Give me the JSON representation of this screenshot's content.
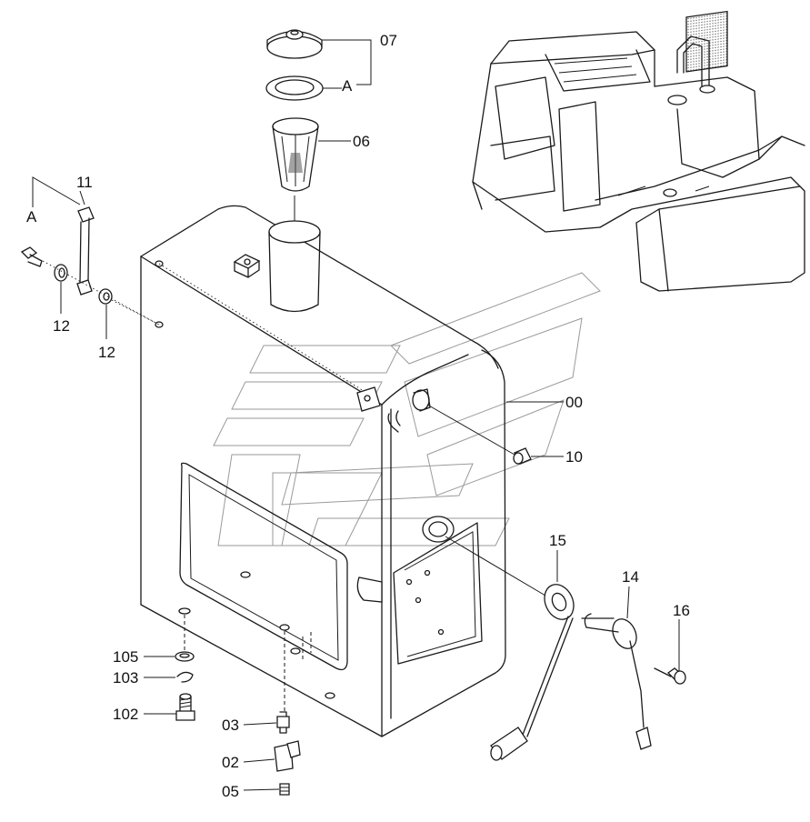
{
  "labels": {
    "p07": "07",
    "pA_top": "A",
    "p06": "06",
    "p11": "11",
    "pA_left": "A",
    "p12a": "12",
    "p12b": "12",
    "p00": "00",
    "p10": "10",
    "p15": "15",
    "p14": "14",
    "p16": "16",
    "p105": "105",
    "p103": "103",
    "p102": "102",
    "p03": "03",
    "p02": "02",
    "p05": "05"
  }
}
